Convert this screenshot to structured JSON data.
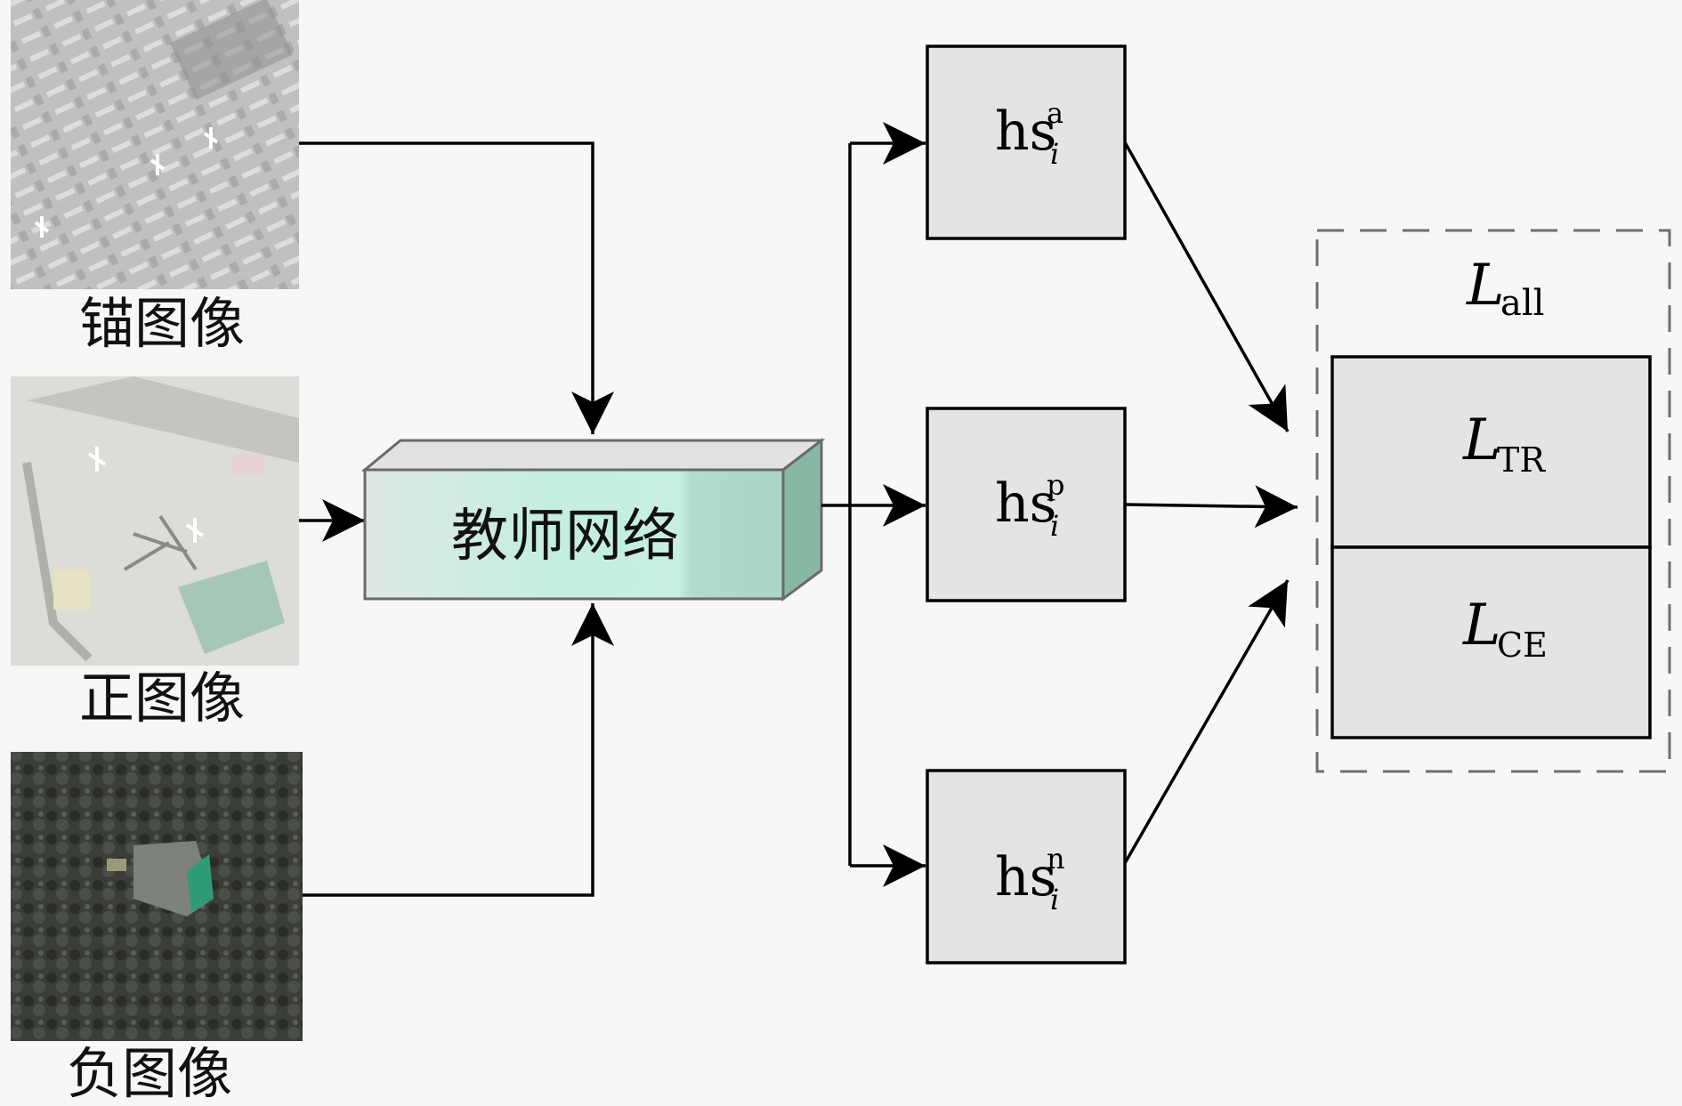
{
  "inputs": {
    "anchor": {
      "label": "锚图像"
    },
    "positive": {
      "label": "正图像"
    },
    "negative": {
      "label": "负图像"
    }
  },
  "network": {
    "label": "教师网络"
  },
  "embeddings": {
    "anchor": {
      "base": "hs",
      "sup": "a",
      "sub": "i"
    },
    "positive": {
      "base": "hs",
      "sup": "p",
      "sub": "i"
    },
    "negative": {
      "base": "hs",
      "sup": "n",
      "sub": "i"
    }
  },
  "loss": {
    "total": {
      "base": "L",
      "sub": "all"
    },
    "triplet": {
      "base": "L",
      "sub": "TR"
    },
    "cross_entropy": {
      "base": "L",
      "sub": "CE"
    }
  }
}
